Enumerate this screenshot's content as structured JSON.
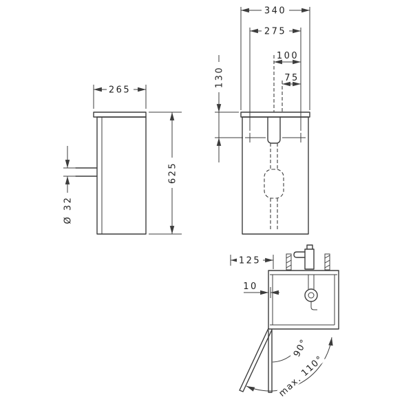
{
  "drawing": {
    "front_view": {
      "width_total": "340",
      "width_inner": "275",
      "hole_offset_a": "100",
      "top_offset": "130",
      "hole_offset_b": "75",
      "height_total": "625"
    },
    "side_view": {
      "depth": "265",
      "drain_diameter": "Ø 32"
    },
    "plan_view": {
      "depth_front": "125",
      "front_gap": "10",
      "door_angle": "90°",
      "door_angle_max": "max. 110°"
    }
  }
}
